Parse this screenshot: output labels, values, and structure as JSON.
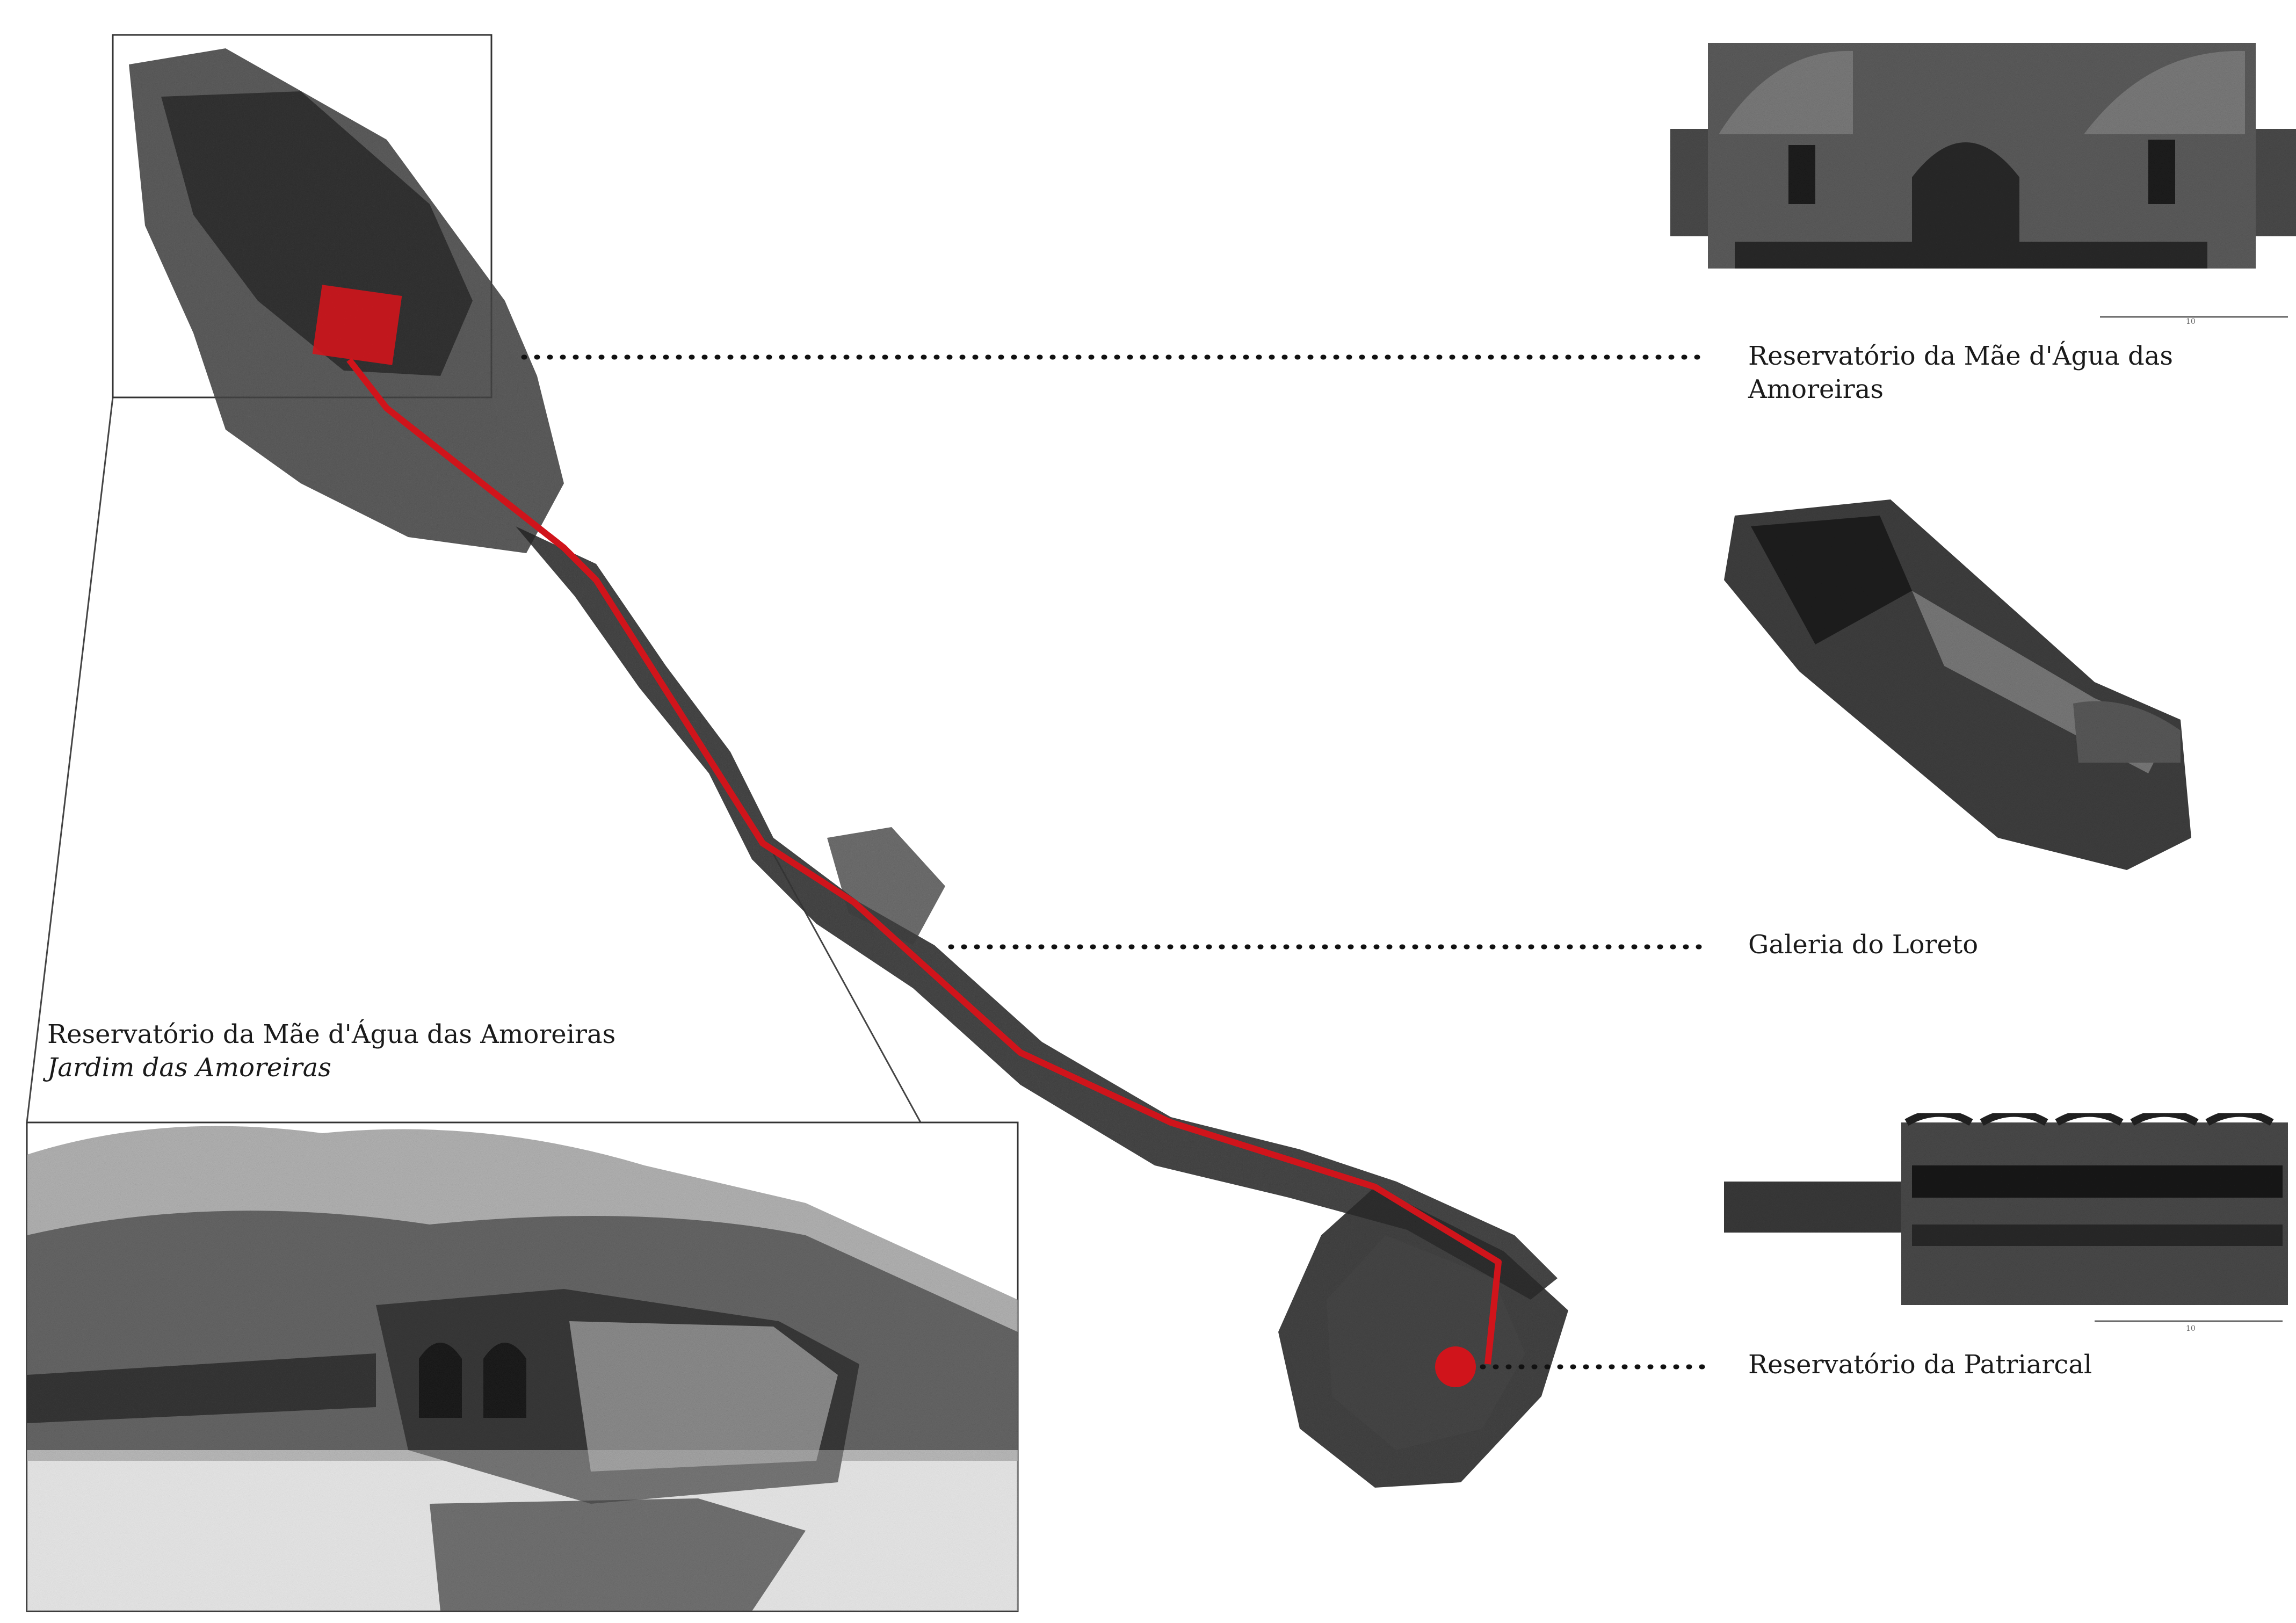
{
  "sites": [
    {
      "name": "Reservatório da Mãe d'Água das Amoreiras"
    },
    {
      "name": "Galeria do Loreto"
    },
    {
      "name": "Reservatório da Patriarcal"
    }
  ],
  "inset": {
    "title": "Reservatório da Mãe d'Água das Amoreiras",
    "subtitle": "Jardim das Amoreiras"
  },
  "scale_bars": [
    {
      "label": "10"
    },
    {
      "label": "10"
    }
  ],
  "colors": {
    "route": "#d0141b",
    "pointcloud_dark": "#2b2b2b",
    "pointcloud_mid": "#6b6b6b",
    "pointcloud_light": "#b0b0b0",
    "leader": "#111111",
    "frame": "#333333"
  }
}
